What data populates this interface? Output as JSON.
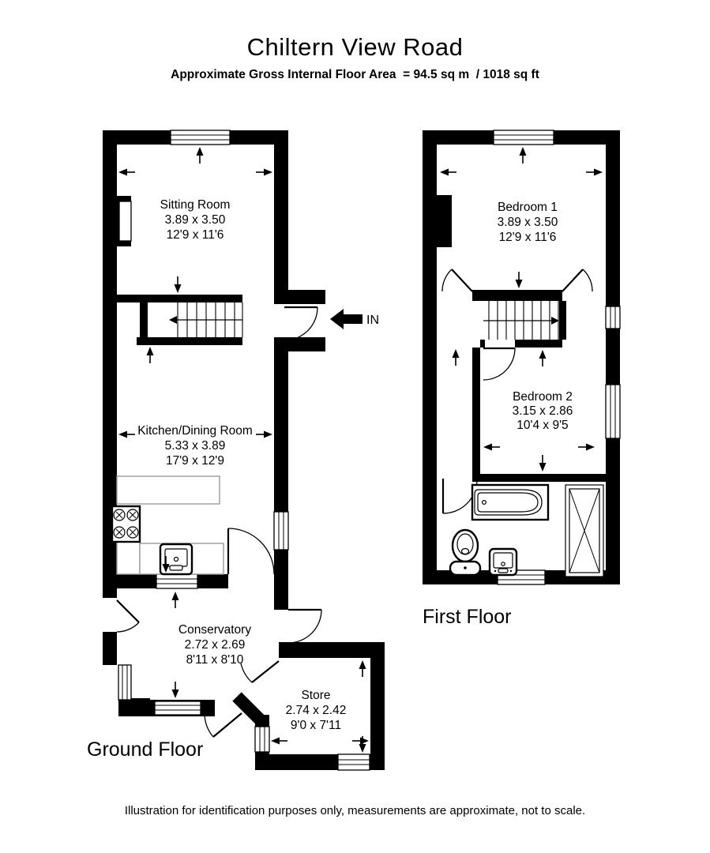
{
  "header": {
    "title": "Chiltern View Road",
    "subtitle": "Approximate Gross Internal Floor Area  = 94.5 sq m  / 1018 sq ft"
  },
  "ground_floor": {
    "label": "Ground Floor",
    "entrance_label": "IN",
    "rooms": [
      {
        "name": "Sitting Room",
        "metric": "3.89 x 3.50",
        "imperial": "12'9 x 11'6"
      },
      {
        "name": "Kitchen/Dining Room",
        "metric": "5.33 x 3.89",
        "imperial": "17'9 x 12'9"
      },
      {
        "name": "Conservatory",
        "metric": "2.72 x 2.69",
        "imperial": "8'11 x 8'10"
      },
      {
        "name": "Store",
        "metric": "2.74 x 2.42",
        "imperial": "9'0 x 7'11"
      }
    ]
  },
  "first_floor": {
    "label": "First Floor",
    "rooms": [
      {
        "name": "Bedroom 1",
        "metric": "3.89 x 3.50",
        "imperial": "12'9 x 11'6"
      },
      {
        "name": "Bedroom 2",
        "metric": "3.15 x 2.86",
        "imperial": "10'4 x 9'5"
      }
    ]
  },
  "footer": {
    "disclaimer": "Illustration for identification purposes only, measurements are approximate, not to scale."
  },
  "fixtures": [
    "staircase",
    "hob",
    "sink",
    "bath",
    "toilet",
    "wash-basin",
    "cupboard"
  ],
  "colors": {
    "walls": "#000000",
    "counters": "#9a9a9a",
    "background": "#ffffff"
  }
}
